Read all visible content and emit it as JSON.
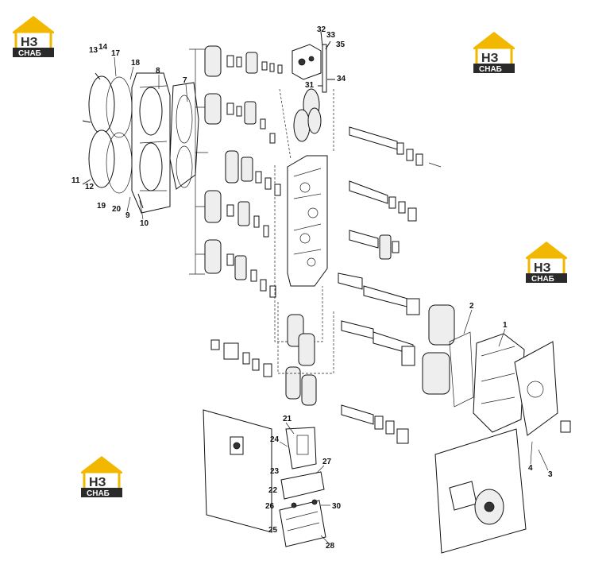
{
  "logo": {
    "mark": "НЗ",
    "text": "СНАБ",
    "colors": {
      "roof": "#f2b800",
      "dark": "#2a2a2a",
      "bg": "#ffffff"
    }
  },
  "labels": {
    "p1": "1",
    "p2": "2",
    "p3": "3",
    "p4": "4",
    "p7": "7",
    "p8": "8",
    "p9": "9",
    "p10": "10",
    "p11": "11",
    "p12": "12",
    "p13": "13",
    "p14": "14",
    "p17": "17",
    "p18": "18",
    "p19": "19",
    "p20": "20",
    "p21": "21",
    "p22": "22",
    "p23": "23",
    "p24": "24",
    "p25": "25",
    "p26": "26",
    "p27": "27",
    "p28": "28",
    "p30": "30",
    "p31": "31",
    "p32": "32",
    "p33": "33",
    "p34": "34",
    "p35": "35"
  }
}
